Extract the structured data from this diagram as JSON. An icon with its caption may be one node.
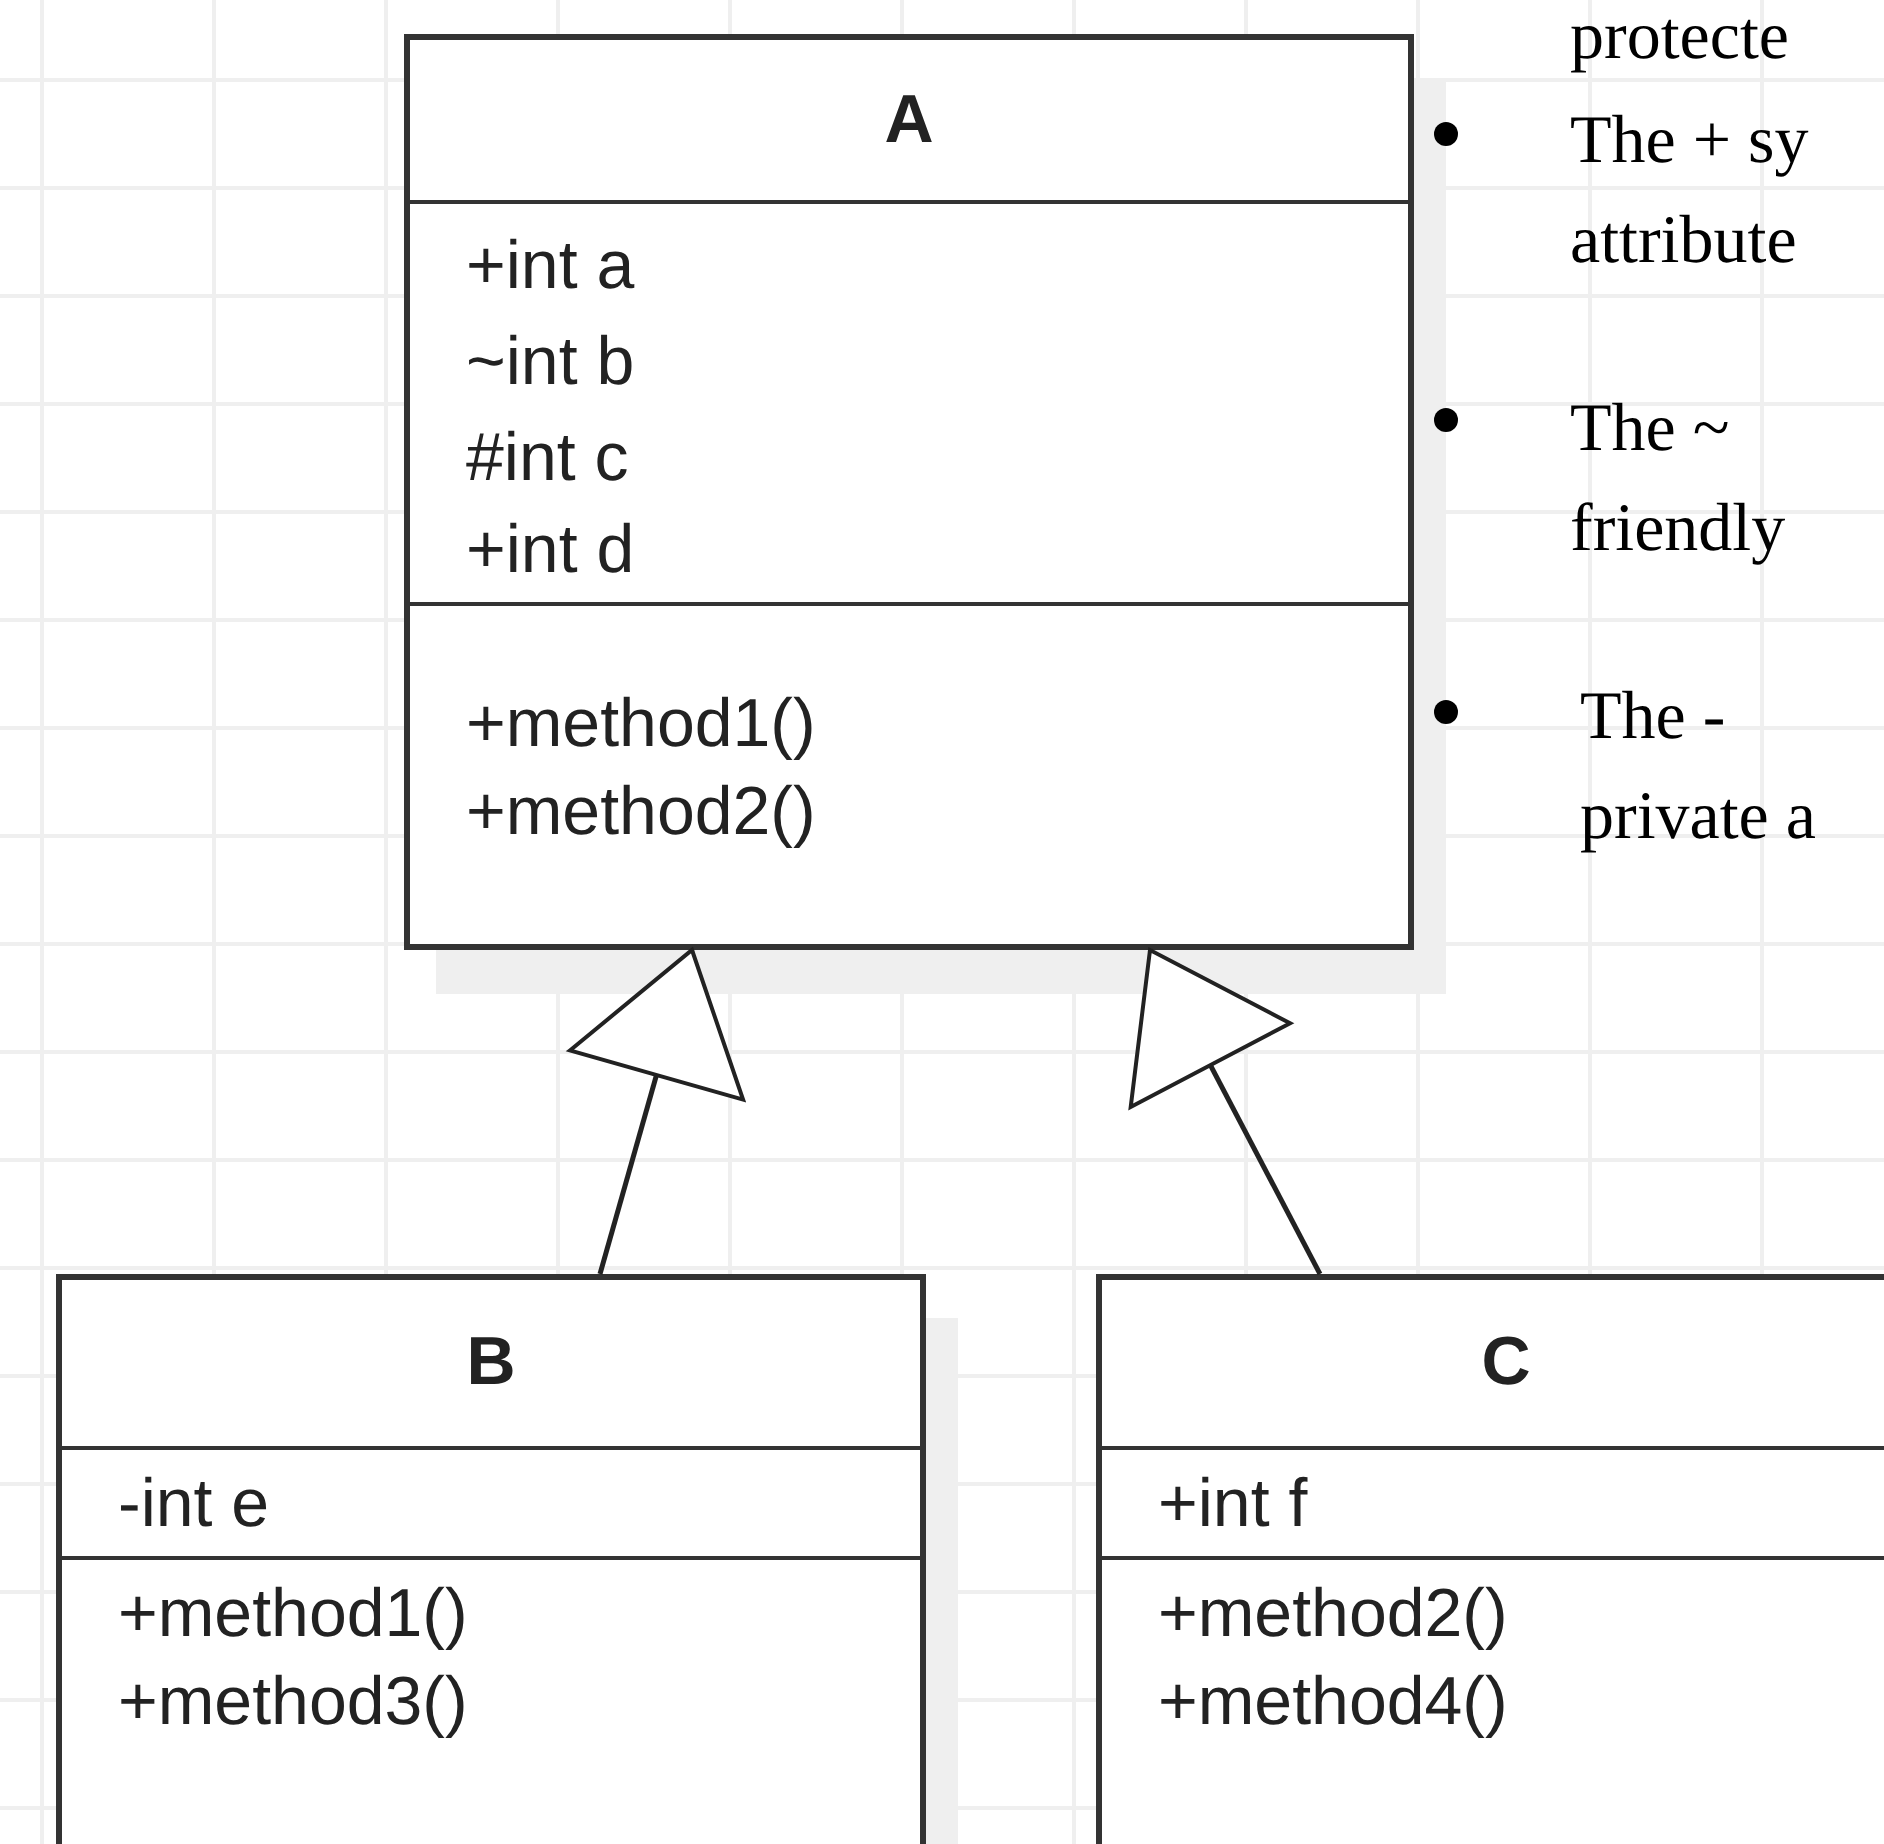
{
  "diagram": {
    "nodes": [
      {
        "text": [
          "A"
        ]
      },
      {
        "text": [
          "+int a",
          "~int b",
          "#int c",
          "+int d"
        ],
        "in": 0
      },
      {
        "text": [
          "+method1()",
          "+method2()"
        ],
        "in": 0
      },
      {
        "text": [
          "B"
        ]
      },
      {
        "text": [
          "-int e"
        ],
        "in": 3
      },
      {
        "text": [
          "+method1()",
          "+method3()"
        ],
        "in": 3
      },
      {
        "text": [
          "C"
        ]
      },
      {
        "text": [
          "+int f"
        ],
        "in": 6
      },
      {
        "text": [
          "+method2()",
          "+method4()"
        ],
        "in": 6
      }
    ],
    "edges": [
      {
        "from": 3,
        "to": 0,
        "arrow": "to"
      },
      {
        "from": 6,
        "to": 0,
        "arrow": "to"
      }
    ],
    "labels": [
      "protecte",
      "The + sy attribute",
      "The ~ friendly",
      "The - private a"
    ]
  }
}
